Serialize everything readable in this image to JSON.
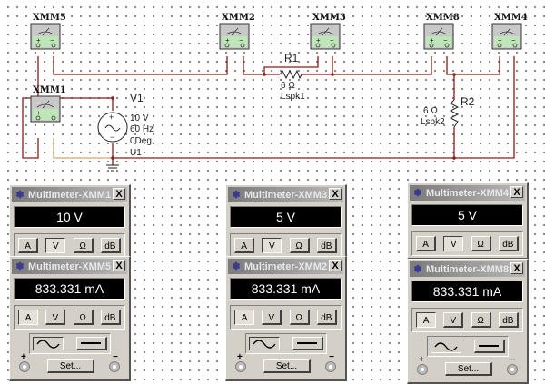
{
  "schematic": {
    "multimeters": [
      {
        "id": "XMM5",
        "label": "XMM5"
      },
      {
        "id": "XMM1",
        "label": "XMM1"
      },
      {
        "id": "XMM2",
        "label": "XMM2"
      },
      {
        "id": "XMM3",
        "label": "XMM3"
      },
      {
        "id": "XMM8",
        "label": "XMM8"
      },
      {
        "id": "XMM4",
        "label": "XMM4"
      }
    ],
    "source": {
      "name": "V1",
      "voltage": "10 V",
      "frequency": "60 Hz",
      "phase": "0Deg.",
      "ref": "U1"
    },
    "r1": {
      "name": "R1",
      "value": "6 Ω",
      "model": "Lspk1"
    },
    "r2": {
      "name": "R2",
      "value": "6 Ω",
      "model": "Lspk2"
    },
    "wire_color": "#8b1a1a",
    "wire_color_alt": "#d9a070"
  },
  "panels": [
    {
      "title": "Multimeter-XMM1",
      "reading": "10 V",
      "mode": "V",
      "close": "X"
    },
    {
      "title": "Multimeter-XMM5",
      "reading": "833.331 mA",
      "mode": "A",
      "close": "X",
      "set": "Set...",
      "wave": "ac"
    },
    {
      "title": "Multimeter-XMM3",
      "reading": "5 V",
      "mode": "V",
      "close": "X"
    },
    {
      "title": "Multimeter-XMM2",
      "reading": "833.331 mA",
      "mode": "A",
      "close": "X",
      "set": "Set...",
      "wave": "ac"
    },
    {
      "title": "Multimeter-XMM4",
      "reading": "5 V",
      "mode": "V",
      "close": "X"
    },
    {
      "title": "Multimeter-XMM8",
      "reading": "833.331 mA",
      "mode": "A",
      "close": "X",
      "set": "Set...",
      "wave": "ac"
    }
  ],
  "buttons": {
    "amp": "A",
    "volt": "V",
    "ohm": "Ω",
    "db": "dB"
  },
  "terminals": {
    "plus": "+",
    "minus": "−"
  }
}
